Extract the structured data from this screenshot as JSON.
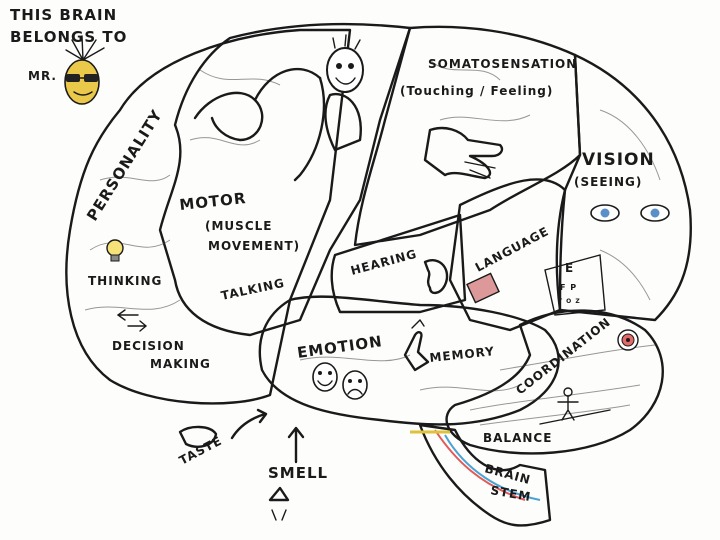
{
  "owner": {
    "line1": "THIS BRAIN",
    "line2": "BELONGS TO",
    "name": "MR."
  },
  "regions": {
    "personality": "PERSONALITY",
    "motor": "MOTOR",
    "motor_sub1": "(MUSCLE",
    "motor_sub2": "MOVEMENT)",
    "talking": "TALKING",
    "thinking": "THINKING",
    "decision1": "DECISION",
    "decision2": "MAKING",
    "somato": "SOMATOSENSATION",
    "somato_sub": "(Touching / Feeling)",
    "vision": "VISION",
    "vision_sub": "(SEEING)",
    "hearing": "HEARING",
    "language": "LANGUAGE",
    "emotion": "EMOTION",
    "memory": "MEMORY",
    "coordination": "COORDINATION",
    "balance": "BALANCE",
    "brainstem1": "BRAIN",
    "brainstem2": "STEM",
    "taste": "TASTE",
    "smell": "SMELL"
  },
  "colors": {
    "personality": "#c9d8ef",
    "motor": "#f2c9d4",
    "somatosensation": "#cfe9c4",
    "vision": "#ddd0ee",
    "hearing": "#f6d7b3",
    "language": "#c8e6d8",
    "temporal": "#cfe0f2",
    "cerebellum": "#ececec",
    "brainstem": "#f3d6c4",
    "ink": "#1a1a1a"
  }
}
